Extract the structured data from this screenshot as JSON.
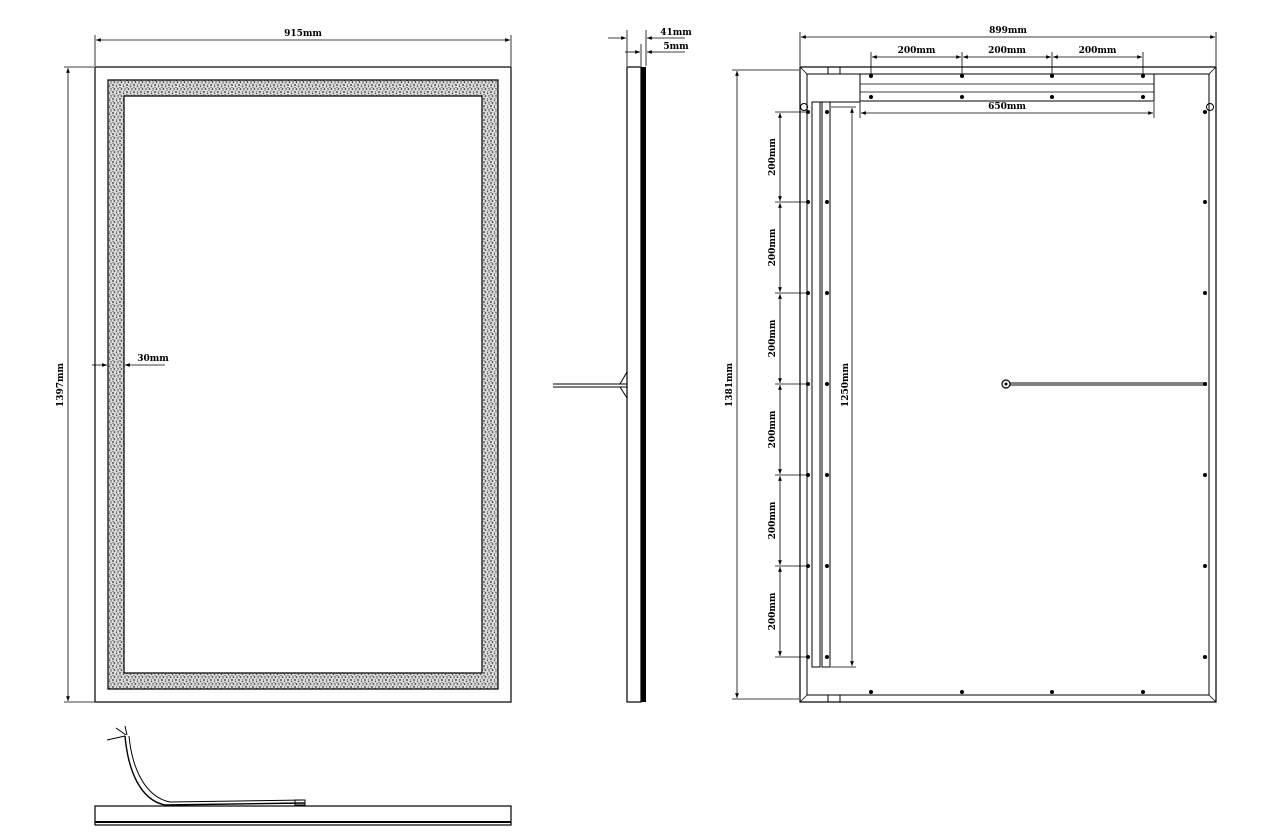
{
  "front_view": {
    "width_label": "915mm",
    "height_label": "1397mm",
    "border_label": "30mm"
  },
  "side_view": {
    "depth_label": "41mm",
    "glass_label": "5mm"
  },
  "back_view": {
    "width_label": "899mm",
    "height_label": "1381mm",
    "rail_label": "1250mm",
    "bar_label": "650mm",
    "top_spacing_labels": [
      "200mm",
      "200mm",
      "200mm"
    ],
    "left_spacing_labels": [
      "200mm",
      "200mm",
      "200mm",
      "200mm",
      "200mm",
      "200mm"
    ]
  },
  "colors": {
    "line": "#000000",
    "background": "#ffffff",
    "texture": "#444444"
  }
}
